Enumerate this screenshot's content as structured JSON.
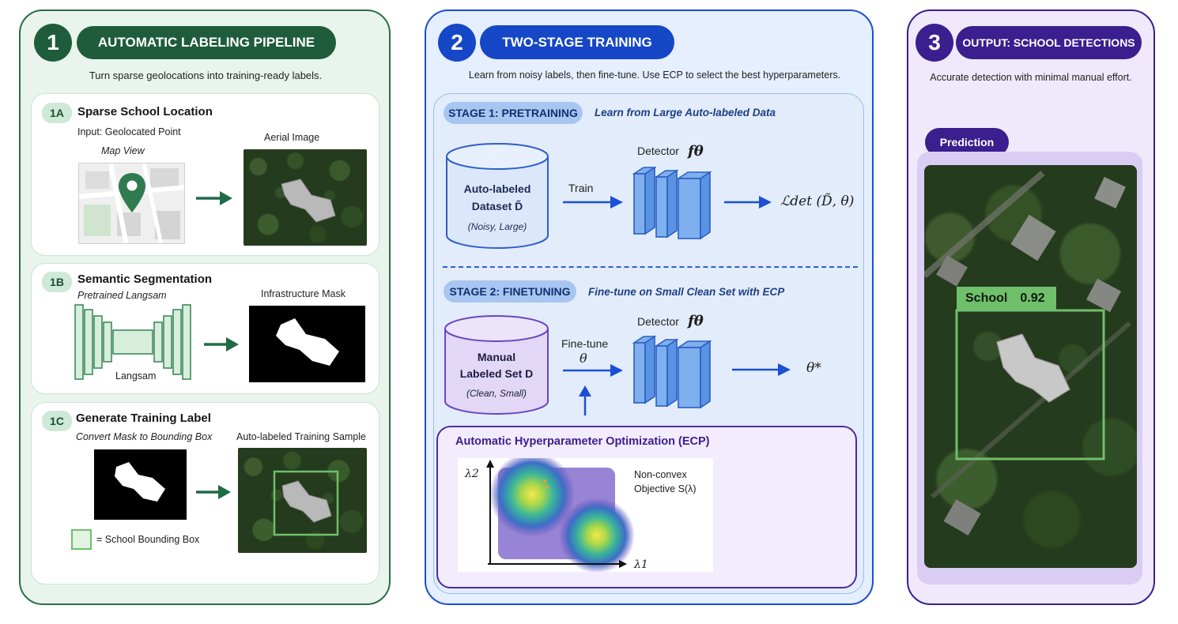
{
  "panel1": {
    "number": "1",
    "title": "AUTOMATIC LABELING PIPELINE",
    "subtitle": "Turn sparse geolocations into training-ready labels.",
    "card_1a": {
      "badge": "1A",
      "title": "Sparse School Location",
      "input_label": "Input: Geolocated Point",
      "map_label": "Map View",
      "aerial_label": "Aerial Image"
    },
    "card_1b": {
      "badge": "1B",
      "title": "Semantic Segmentation",
      "model_label": "Pretrained Langsam",
      "network_label": "Langsam",
      "mask_label": "Infrastructure Mask"
    },
    "card_1c": {
      "badge": "1C",
      "title": "Generate Training Label",
      "convert_label": "Convert Mask to Bounding Box",
      "sample_label": "Auto-labeled Training Sample",
      "legend_label": "= School Bounding Box"
    }
  },
  "panel2": {
    "number": "2",
    "title": "TWO-STAGE TRAINING",
    "subtitle": "Learn from noisy labels, then fine-tune. Use ECP to select the best hyperparameters.",
    "stage1": {
      "pill": "STAGE 1: PRETRAINING",
      "desc": "Learn from Large Auto-labeled Data",
      "db_line1": "Auto-labeled",
      "db_line2": "Dataset D̃",
      "db_line3": "(Noisy, Large)",
      "arrow_label": "Train",
      "detector_label": "Detector",
      "detector_symbol": "fθ",
      "loss_symbol": "ℒdet (D̃, θ)"
    },
    "stage2": {
      "pill": "STAGE 2: FINETUNING",
      "desc": "Fine-tune on Small Clean Set with ECP",
      "db_line1": "Manual",
      "db_line2": "Labeled Set D",
      "db_line3": "(Clean, Small)",
      "arrow_label_1": "Fine-tune",
      "arrow_label_2": "θ",
      "detector_label": "Detector",
      "detector_symbol": "fθ",
      "output_symbol": "θ*"
    },
    "hpo": {
      "title": "Automatic Hyperparameter Optimization (ECP)",
      "objective_line1": "Non-convex",
      "objective_line2": "Objective S(λ)",
      "axis_y": "λ2",
      "axis_x": "λ1"
    }
  },
  "panel3": {
    "number": "3",
    "title": "OUTPUT: SCHOOL DETECTIONS",
    "subtitle": "Accurate detection with minimal manual effort.",
    "prediction_label": "Prediction",
    "detection_class": "School",
    "detection_score": "0.92"
  },
  "colors": {
    "green_dark": "#1f5c3b",
    "green_panel_bg": "#e9f4ec",
    "green_box": "#6fbf6b",
    "blue_dark": "#1547c6",
    "blue_panel_bg": "#e6efff",
    "purple_dark": "#3b1f8f",
    "purple_panel_bg": "#efe9fb"
  },
  "icons": [
    "map-pin-icon",
    "arrow-right-icon",
    "arrow-up-icon",
    "database-icon",
    "detector-layers-icon"
  ]
}
